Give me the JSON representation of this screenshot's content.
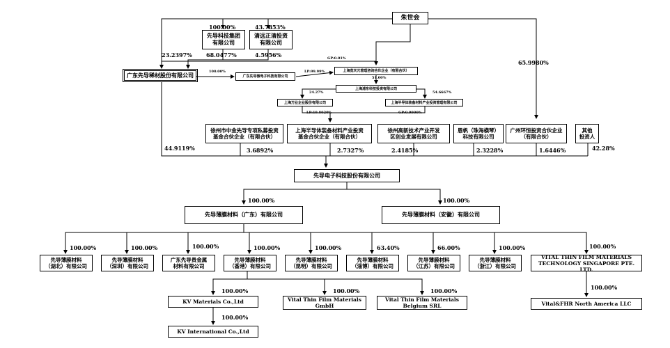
{
  "boxes": {
    "zhu": "朱世会",
    "xd_tech": "先导科技集团\n有限公司",
    "qingyuan": "清远正清投资\n有限公司",
    "gd_xd": "广东先导稀材股份有限公司",
    "gd_xdwx": "广东先导微电子科技有限公司",
    "sh_pp": "上海宽天元管理咨询合伙企业（有限合伙）",
    "sh_pu": "上海浦东科技投资有限公司",
    "sh_wj": "上海万业企业股份有限公司",
    "sh_bt": "上海半导体装备材料产业投资管理有限公司",
    "xz_zj": "徐州市中金先导专项私募投资\n基金合伙企业（有限合伙）",
    "sh_bdt": "上海半导体装备材料产业投资\n基金合伙企业（有限合伙）",
    "xz_gx": "徐州高新技术产业开发\n区创业发展有限公司",
    "enfan": "恩帆（珠海横琴）\n科技有限公司",
    "gz_hh": "广州环恒投资合伙企业\n（有限合伙）",
    "other": "其他\n投资人",
    "xd_elec": "先导电子科技股份有限公司",
    "bm_gd": "先导薄膜材料（广东）有限公司",
    "bm_ah": "先导薄膜材料（安徽）有限公司",
    "c_hubei": "先导薄膜材料\n（湖北）有限公司",
    "c_shenzhen": "先导薄膜材料\n（深圳）有限公司",
    "c_gdgj": "广东先导贵金属\n材料有限公司",
    "c_hk": "先导薄膜材料\n（香港）有限公司",
    "c_km": "先导薄膜材料\n（昆明）有限公司",
    "c_zibo": "先导薄膜材料\n（淄博）有限公司",
    "c_js": "先导薄膜材料\n（江苏）有限公司",
    "c_zj": "先导薄膜材料\n（浙江）有限公司",
    "c_sg": "VITAL THIN FILM MATERIALS\nTECHNOLOGY SINGAPORE PTE. LTD.",
    "kv_mat": "KV Materials Co.,Ltd",
    "vtf_gmbh": "Vital Thin Film Materials\nGmbH",
    "vtf_bel": "Vital Thin Film Materials\nBelgium SRL",
    "vital_na": "Vital&FHR North America LLC",
    "kv_int": "KV International Co.,Ltd"
  },
  "labels": {
    "p_xdtech": "100.00%",
    "p_qingyuan": "43.7853%",
    "p_zhu_gd": "23.2397%",
    "p_xdtech_gd": "68.0477%",
    "p_qy_gd": "4.5956%",
    "p_gp001": "GP:0.01%",
    "p_gd_wx": "100.00%",
    "p_lp9999": "LP:99.99%",
    "p_51": "51.00%",
    "p_2427": "24.27%",
    "p_546667": "54.6667%",
    "p_659980": "65.9980%",
    "p_lp198": "LP:19.8020%",
    "p_gp09": "GP:0.9900%",
    "p_449119": "44.9119%",
    "p_36892": "3.6892%",
    "p_27327": "2.7327%",
    "p_24185": "2.4185%",
    "p_23228": "2.3228%",
    "p_16446": "1.6446%",
    "p_4228": "42.28%",
    "p_bm_gd": "100.00%",
    "p_bm_ah": "100.00%",
    "p_hubei": "100.00%",
    "p_shenzhen": "100.00%",
    "p_gdgj": "100.00%",
    "p_hk": "100.00%",
    "p_km": "100.00%",
    "p_zibo": "63.40%",
    "p_js": "66.00%",
    "p_zj": "100.00%",
    "p_sg": "100.00%",
    "p_kvmat": "100.00%",
    "p_gmbh": "100.00%",
    "p_bel": "100.00%",
    "p_vna": "100.00%",
    "p_kvint": "100.00%"
  }
}
